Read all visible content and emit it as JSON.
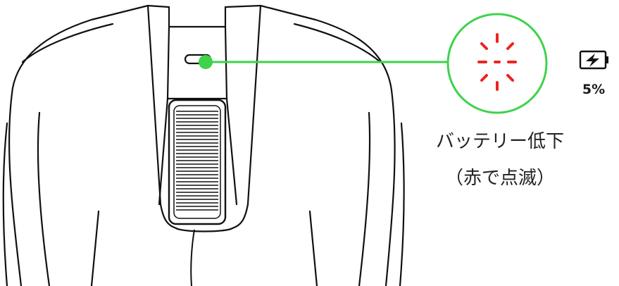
{
  "diagram": {
    "caption_title": "バッテリー低下",
    "caption_note": "（赤で点滅）",
    "battery_percent": "5%"
  },
  "icons": {
    "led_flash": "red-flashing-led-icon",
    "battery": "battery-charging-icon"
  },
  "colors": {
    "callout": "#3fd24b",
    "led": "#ee2222",
    "outline": "#111111"
  }
}
